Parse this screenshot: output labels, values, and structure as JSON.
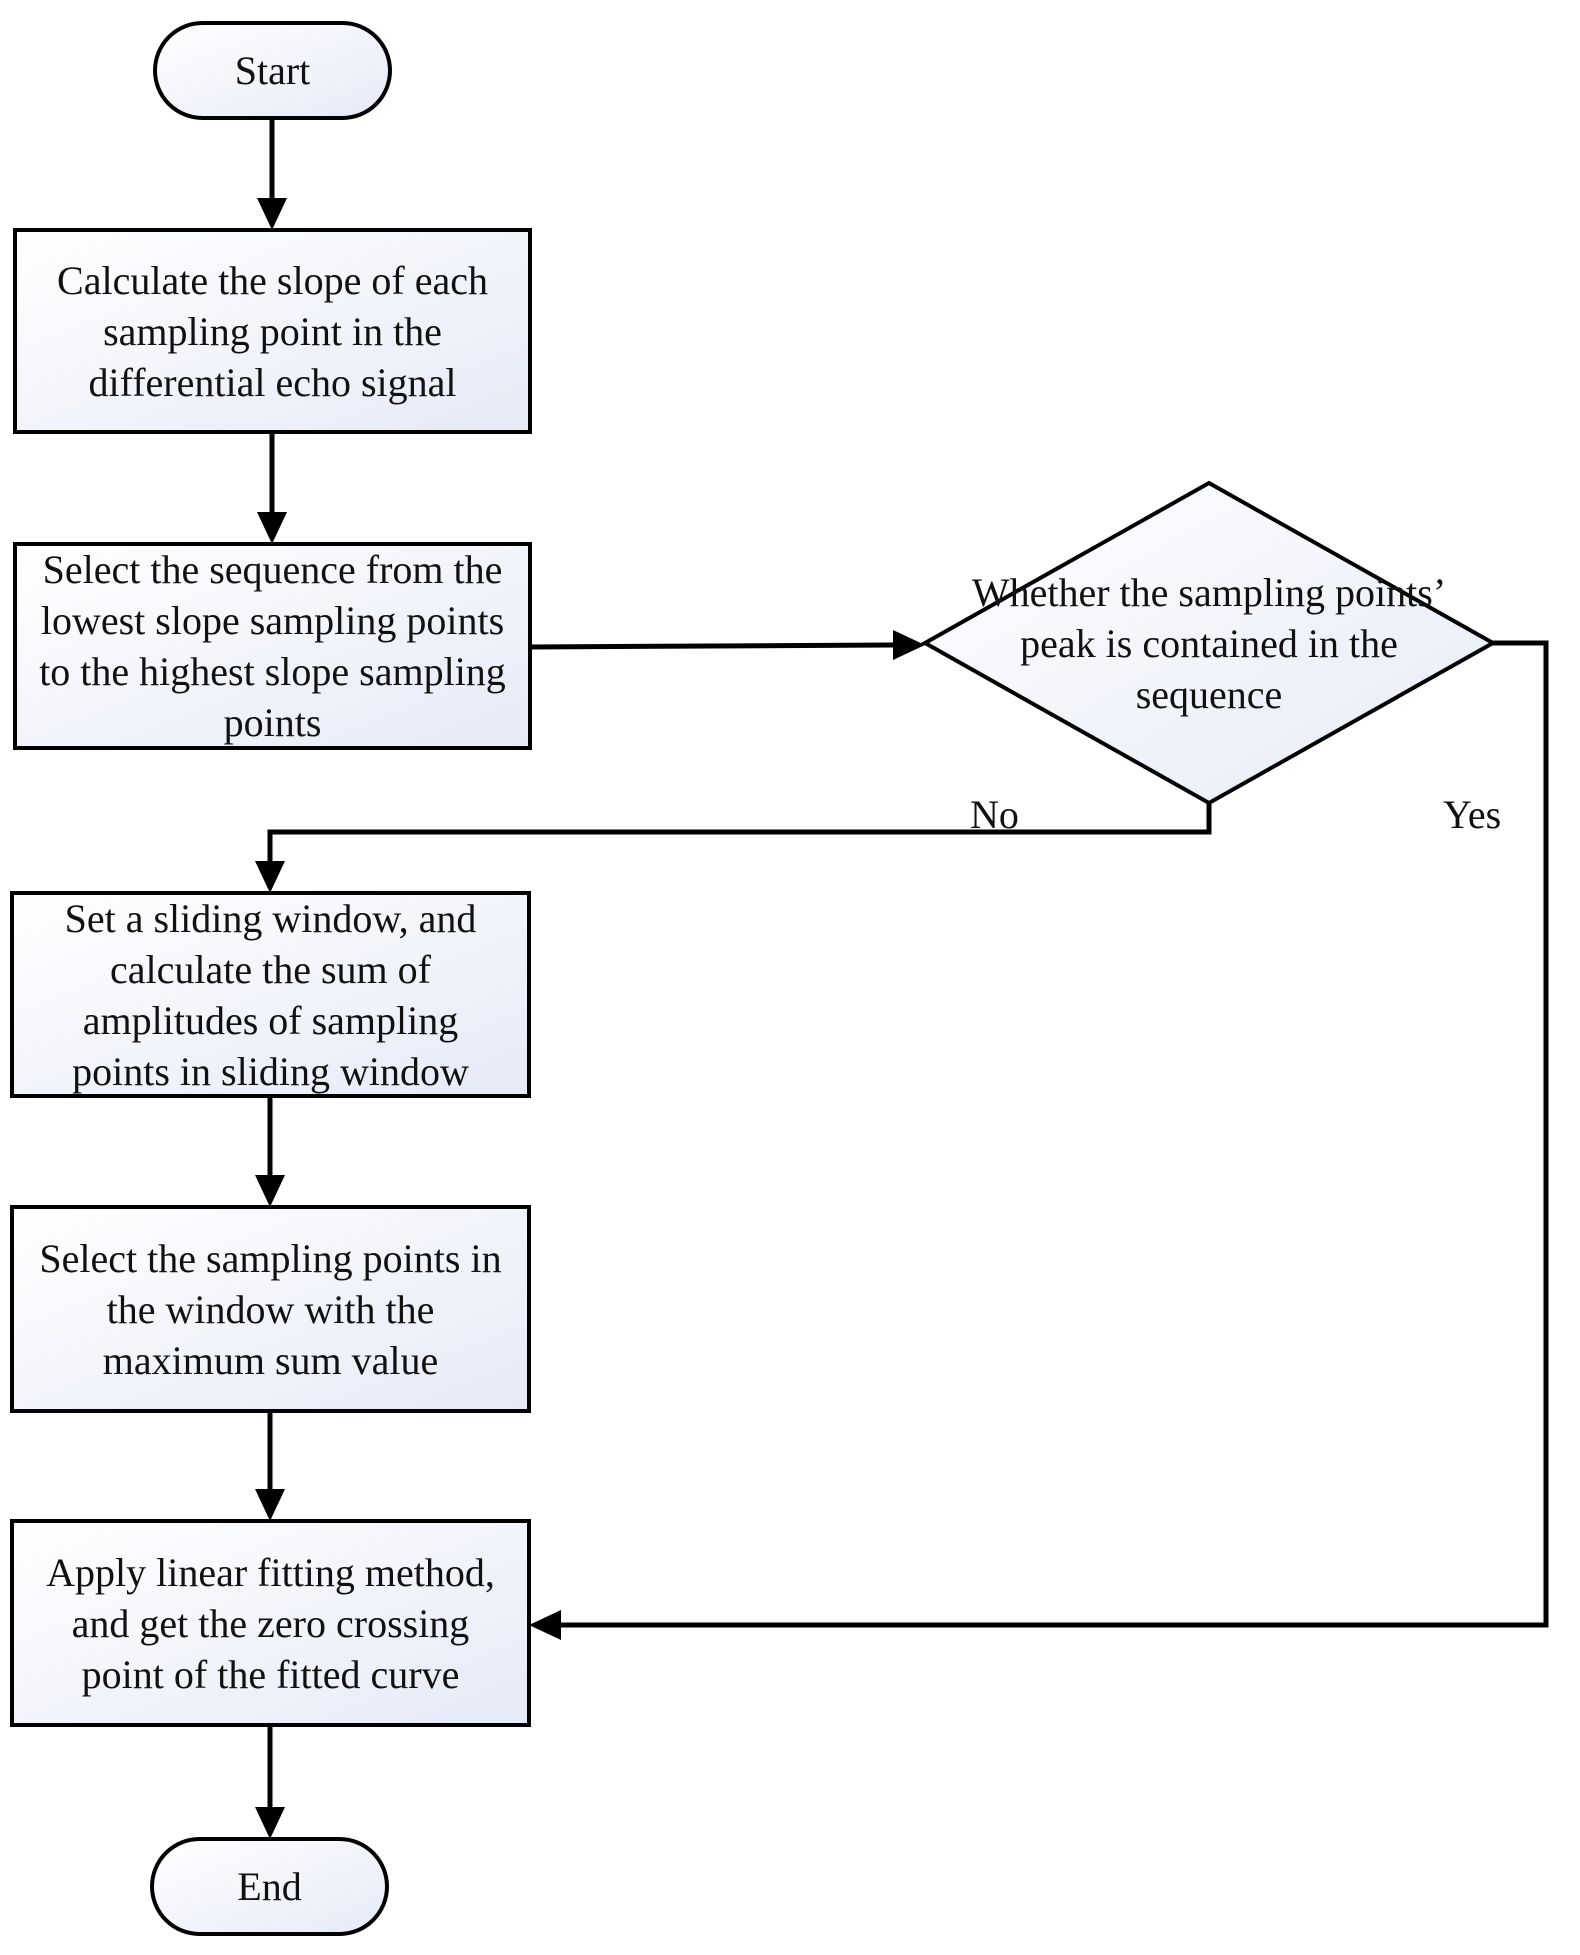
{
  "flowchart": {
    "start": "Start",
    "end": "End",
    "steps": {
      "calc_slope": "Calculate the slope of each sampling point in the differential echo signal",
      "select_sequence": "Select the sequence from the lowest slope sampling points to the highest slope sampling points",
      "decision": "Whether the sampling points’ peak is contained in the sequence",
      "sliding_window": "Set a sliding window, and calculate the sum of amplitudes of sampling points in sliding window",
      "select_max": "Select the sampling points in the window with the maximum sum value",
      "linear_fit": "Apply linear fitting method, and get the zero crossing point of the fitted curve"
    },
    "labels": {
      "no": "No",
      "yes": "Yes"
    }
  },
  "colors": {
    "stroke": "#000000",
    "fill_light": "#ffffff",
    "fill_tint": "#e6eaf7"
  }
}
